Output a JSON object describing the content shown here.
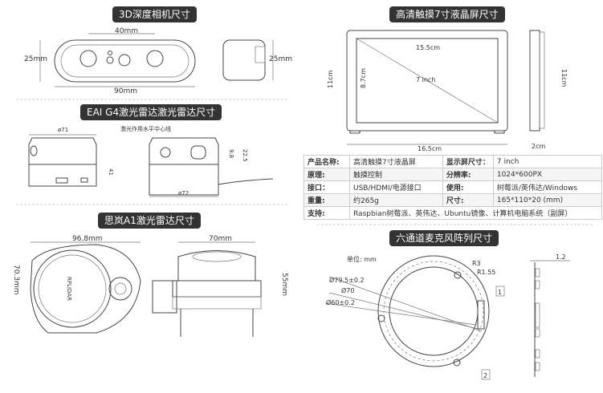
{
  "camera": {
    "title": "3D深度相机尺寸",
    "dim_lens": "40mm",
    "dim_height": "25mm",
    "dim_width": "90mm",
    "dim_side": "25mm"
  },
  "g4": {
    "title": "EAI G4激光雷达激光雷达尺寸",
    "dim_top": "ø71",
    "note": "激光作用水平中心线",
    "dim_height": "41",
    "dim_9": "9.8",
    "dim_22": "22.5",
    "dim_bottom": "ø72"
  },
  "a1": {
    "title": "思岚A1激光雷达尺寸",
    "dim_width": "96.8mm",
    "dim_side_width": "70mm",
    "dim_height": "70.3mm",
    "dim_side_height": "55mm",
    "logo": "RPLIDAR"
  },
  "screen": {
    "title": "高清触摸7寸液晶屏尺寸",
    "dim_inner_w": "15.5cm",
    "dim_inner_h": "8.7cm",
    "diag": "7 inch",
    "dim_h_left": "11cm",
    "dim_w": "16.5cm",
    "dim_h_right": "11cm",
    "dim_depth": "2cm"
  },
  "specs": {
    "rows": [
      {
        "k1": "产品名称:",
        "v1": "高清触摸7寸液晶屏",
        "k2": "显示屏尺寸：",
        "v2": "7 inch"
      },
      {
        "k1": "原理:",
        "v1": "触摸控制",
        "k2": "分辨率:",
        "v2": "1024*600PX"
      },
      {
        "k1": "接口：",
        "v1": "USB/HDMI/电源接口",
        "k2": "使用:",
        "v2": "树莓派/英伟达/Windows"
      },
      {
        "k1": "重量:",
        "v1": "约265g",
        "k2": "尺寸:",
        "v2": "165*110*20 (mm)"
      }
    ],
    "support_key": "支持:",
    "support_val": "Raspbian树莓派、英伟达、Ubuntu镜像、计算机电脑系统（副屏）"
  },
  "mic": {
    "title": "六通道麦克风阵列尺寸",
    "unit": "单位: mm",
    "d1": "Ø79.5±0.2",
    "d2": "Ø70",
    "d3": "Ø60±0.2",
    "r1": "R3",
    "r2": "R1.55",
    "callout1": "1",
    "callout2": "2",
    "thickness": "1.2"
  }
}
